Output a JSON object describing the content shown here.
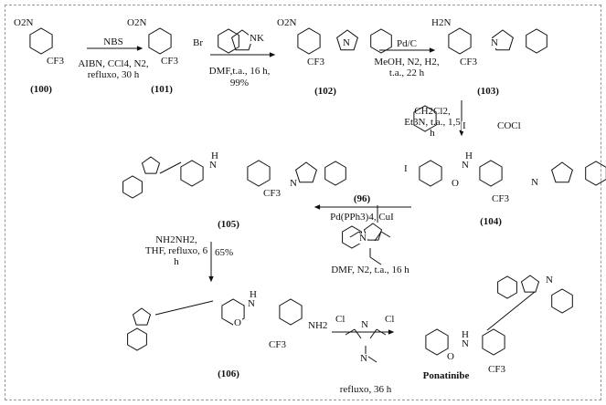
{
  "compounds": {
    "c100": "(100)",
    "c101": "(101)",
    "c102": "(102)",
    "c103": "(103)",
    "c104": "(104)",
    "c105": "(105)",
    "c106": "(106)",
    "c96": "(96)",
    "final": "Ponatinibe"
  },
  "steps": {
    "s1_top": "NBS",
    "s1_bottom": "AIBN, CCl4, N2, refluxo, 30 h",
    "s2_reagent": "NK",
    "s2_bottom": "DMF,t.a., 16 h,",
    "s2_yield": "99%",
    "s3_top": "Pd/C",
    "s3_bottom": "MeOH, N2, H2, t.a., 22 h",
    "s4_left": "CH2Cl2, Et3N, t.a., 1,5 h",
    "s4_reagent": "COCl",
    "s5_bottom": "Pd(PPh3)4, CuI",
    "s5_cond": "DMF, N2, t.a., 16 h",
    "s6_left": "NH2NH2, THF, refluxo, 6 h",
    "s6_yield": "65%",
    "s7_cond": "refluxo, 36 h"
  },
  "atoms": {
    "o2n": "O2N",
    "cf3": "CF3",
    "br": "Br",
    "h2n": "H2N",
    "i": "I",
    "nh2": "NH2",
    "n": "N",
    "o": "O",
    "h": "H",
    "cl": "Cl"
  }
}
